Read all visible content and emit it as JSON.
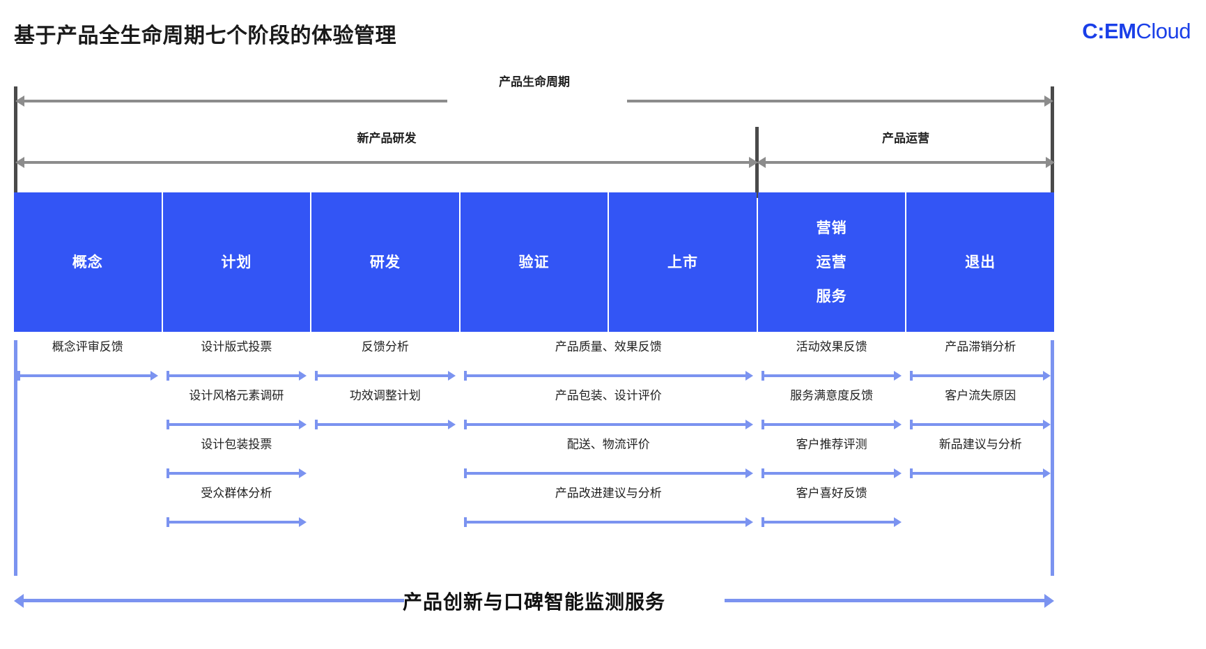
{
  "header": {
    "title": "基于产品全生命周期七个阶段的体验管理",
    "logo_cem": "C:EM",
    "logo_cloud": "Cloud",
    "logo_color": "#1a3fe8"
  },
  "bands": {
    "lifecycle": "产品生命周期",
    "npd": "新产品研发",
    "operations": "产品运营"
  },
  "stages": [
    {
      "lines": [
        "概念"
      ]
    },
    {
      "lines": [
        "计划"
      ]
    },
    {
      "lines": [
        "研发"
      ]
    },
    {
      "lines": [
        "验证"
      ]
    },
    {
      "lines": [
        "上市"
      ]
    },
    {
      "lines": [
        "营销",
        "运营",
        "服务"
      ]
    },
    {
      "lines": [
        "退出"
      ]
    }
  ],
  "stage_box_color": "#3355f5",
  "arrow_color": "#7b93f0",
  "band_color": "#8c8c8c",
  "rail_color": "#4a4a4a",
  "feedback_rows": [
    [
      {
        "label": "概念评审反馈",
        "start": 0,
        "span": 1
      },
      {
        "label": "设计版式投票",
        "start": 1,
        "span": 1
      },
      {
        "label": "反馈分析",
        "start": 2,
        "span": 1
      },
      {
        "label": "产品质量、效果反馈",
        "start": 3,
        "span": 2
      },
      {
        "label": "活动效果反馈",
        "start": 5,
        "span": 1
      },
      {
        "label": "产品滞销分析",
        "start": 6,
        "span": 1
      }
    ],
    [
      {
        "label": "设计风格元素调研",
        "start": 1,
        "span": 1
      },
      {
        "label": "功效调整计划",
        "start": 2,
        "span": 1
      },
      {
        "label": "产品包装、设计评价",
        "start": 3,
        "span": 2
      },
      {
        "label": "服务满意度反馈",
        "start": 5,
        "span": 1
      },
      {
        "label": "客户流失原因",
        "start": 6,
        "span": 1
      }
    ],
    [
      {
        "label": "设计包装投票",
        "start": 1,
        "span": 1
      },
      {
        "label": "配送、物流评价",
        "start": 3,
        "span": 2
      },
      {
        "label": "客户推荐评测",
        "start": 5,
        "span": 1
      },
      {
        "label": "新品建议与分析",
        "start": 6,
        "span": 1
      }
    ],
    [
      {
        "label": "受众群体分析",
        "start": 1,
        "span": 1
      },
      {
        "label": "产品改进建议与分析",
        "start": 3,
        "span": 2
      },
      {
        "label": "客户喜好反馈",
        "start": 5,
        "span": 1
      }
    ]
  ],
  "bottom": {
    "label": "产品创新与口碑智能监测服务"
  }
}
